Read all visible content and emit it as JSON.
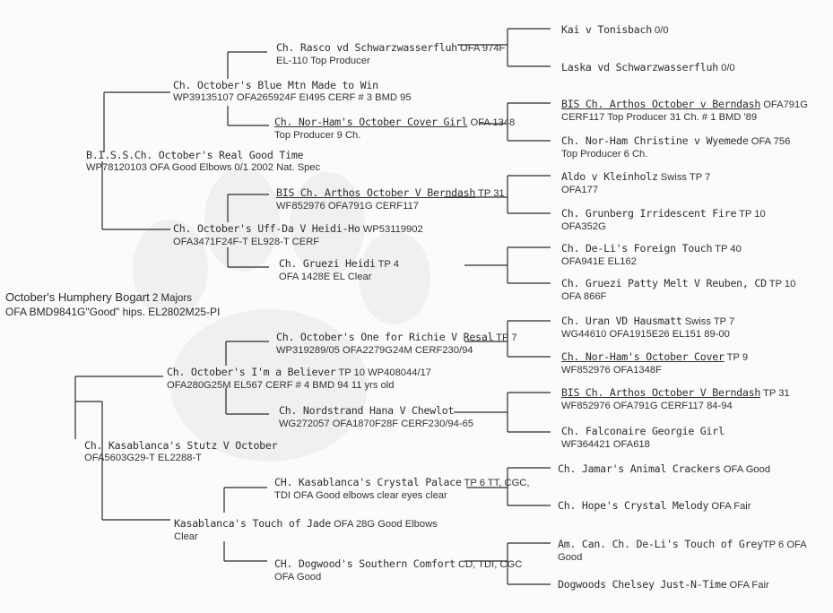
{
  "subject": {
    "name": "October's Humphery Bogart",
    "note": " 2 Majors",
    "line2": "OFA BMD9841G\"Good\" hips. EL2802M25-PI"
  },
  "sire": {
    "name": "B.I.S.S.Ch. October's Real Good Time",
    "line2": "WP78120103 OFA Good  Elbows 0/1 2002 Nat. Spec"
  },
  "dam": {
    "name": "Ch. Kasablanca's Stutz V October",
    "line2": "OFA5603G29-T EL2288-T"
  },
  "ss": {
    "name": "Ch. October's Blue Mtn Made to Win",
    "line2": "WP39135107 OFA265924F EI495 CERF # 3 BMD 95"
  },
  "sd": {
    "name": "Ch. October's Uff-Da V Heidi-Ho",
    "name_rest": " WP53119902",
    "line2": "OFA3471F24F-T EL928-T CERF"
  },
  "ds": {
    "name": "Ch. October's I'm a Believer",
    "name_rest": " TP 10 WP408044/17",
    "line2": "OFA280G25M EL567  CERF # 4 BMD 94  11 yrs old"
  },
  "dd": {
    "name": "Kasablanca's Touch of Jade",
    "name_rest": " OFA 28G Good Elbows",
    "line2": "Clear"
  },
  "sss": {
    "name": "Ch. Rasco vd Schwarzwasserfluh",
    "name_rest": " OFA 974F",
    "line2": "EL-110 Top Producer"
  },
  "ssd": {
    "name": "Ch. Nor-Ham's October Cover Girl",
    "name_rest": " OFA 1348",
    "line2": "Top Producer 9 Ch."
  },
  "sds": {
    "name": "BIS Ch. Arthos October V Berndash",
    "name_rest": " TP 31",
    "line2": "WF852976 OFA791G CERF117"
  },
  "sdd": {
    "name": "Ch. Gruezi Heidi",
    "name_rest": " TP 4",
    "line2": "OFA 1428E EL Clear"
  },
  "dss": {
    "name": "Ch. October's One for Richie V Resal",
    "name_rest": " TP 7",
    "line2": "WP319289/05  OFA2279G24M  CERF230/94"
  },
  "dsd": {
    "name": "Ch. Nordstrand Hana V Chewlot",
    "name_rest": "",
    "line2": "WG272057 OFA1870F28F CERF230/94-65"
  },
  "dds": {
    "name": "CH. Kasablanca's Crystal Palace",
    "name_rest": " TP 6 TT, CGC,",
    "line2": "TDI OFA Good elbows clear eyes clear"
  },
  "ddd": {
    "name": "CH. Dogwood's Southern Comfort",
    "name_rest": " CD, TDI, CGC",
    "line2": "OFA Good"
  },
  "g4": [
    {
      "name": "Kai v Tonisbach",
      "name_rest": " 0/0",
      "line2": ""
    },
    {
      "name": "Laska vd Schwarzwasserfluh",
      "name_rest": " 0/0",
      "line2": ""
    },
    {
      "name": "BIS Ch. Arthos October v Berndash",
      "name_rest": " OFA791G",
      "line2": "CERF117 Top Producer 31 Ch. # 1 BMD '89"
    },
    {
      "name": "Ch. Nor-Ham Christine v Wyemede",
      "name_rest": " OFA 756",
      "line2": "Top Producer 6 Ch."
    },
    {
      "name": "Aldo v Kleinholz",
      "name_rest": "  Swiss TP 7",
      "line2": "OFA177"
    },
    {
      "name": "Ch. Grunberg Irridescent Fire",
      "name_rest": "  TP 10",
      "line2": "OFA352G"
    },
    {
      "name": "Ch. De-Li's Foreign Touch",
      "name_rest": " TP 40",
      "line2": "OFA941E EL162"
    },
    {
      "name": "Ch. Gruezi Patty Melt V Reuben, CD",
      "name_rest": " TP 10",
      "line2": "OFA 866F"
    },
    {
      "name": "Ch. Uran VD Hausmatt",
      "name_rest": " Swiss TP 7",
      "line2": "WG44610 OFA1915E26 EL151 89-00"
    },
    {
      "name": "Ch. Nor-Ham's October Cover",
      "name_rest": " TP 9",
      "line2": "WF852976 OFA1348F"
    },
    {
      "name": "BIS Ch. Arthos October V Berndash",
      "name_rest": " TP 31",
      "line2": "WF852976 OFA791G CERF117 84-94"
    },
    {
      "name": "Ch. Falconaire Georgie Girl",
      "name_rest": "",
      "line2": "WF364421 OFA618"
    },
    {
      "name": "Ch. Jamar's Animal Crackers",
      "name_rest": " OFA Good",
      "line2": ""
    },
    {
      "name": "Ch. Hope's Crystal Melody",
      "name_rest": " OFA Fair",
      "line2": ""
    },
    {
      "name": "Am. Can. Ch. De-Li's Touch of Grey",
      "name_rest": "TP 6 OFA",
      "line2": "Good"
    },
    {
      "name": "Dogwoods Chelsey Just-N-Time",
      "name_rest": " OFA Fair",
      "line2": ""
    }
  ]
}
